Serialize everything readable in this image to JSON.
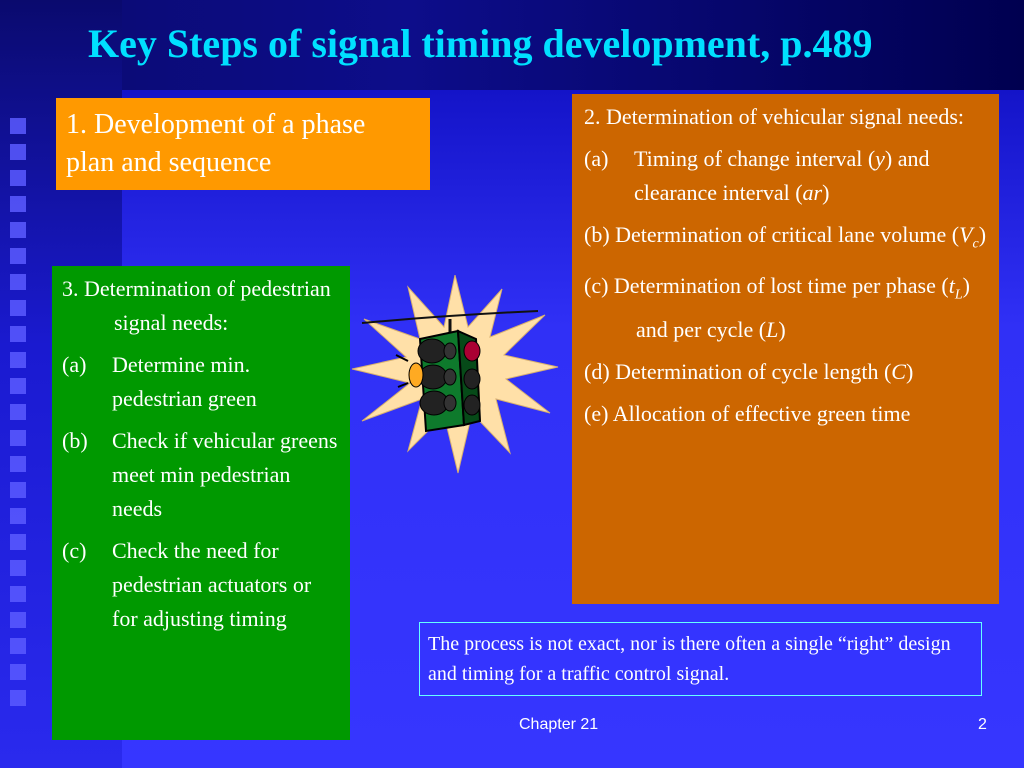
{
  "slide": {
    "title": "Key Steps of signal timing development, p.489",
    "box1": {
      "text": "1. Development of a phase plan and sequence"
    },
    "box2": {
      "heading": "2. Determination of vehicular signal needs:",
      "items": [
        {
          "label": "(a)",
          "pre": "Timing of change interval (",
          "sym": "y",
          "mid": ") and clearance interval (",
          "sym2": "ar",
          "post": ")"
        },
        {
          "pre": "(b) Determination of critical lane volume (",
          "sym": "V",
          "sub": "c",
          "post": ")"
        },
        {
          "pre": "(c) Determination of lost time per phase (",
          "sym": "t",
          "sub": "L",
          "mid": ") and per cycle (",
          "sym2": "L",
          "post": ")"
        },
        {
          "pre": "(d) Determination of cycle length (",
          "sym": "C",
          "post": ")"
        },
        {
          "text": "(e) Allocation of effective green time"
        }
      ]
    },
    "box3": {
      "heading": "3. Determination of pedestrian signal needs:",
      "items": [
        {
          "label": "(a)",
          "text": "Determine min. pedestrian green"
        },
        {
          "label": "(b)",
          "text": "Check if vehicular greens meet min pedestrian needs"
        },
        {
          "label": "(c)",
          "text": "Check the need for pedestrian actuators or for adjusting timing"
        }
      ]
    },
    "note": "The process is not exact, nor is there often a single “right” design and timing for a traffic control signal.",
    "footer": {
      "center": "Chapter 21",
      "page": "2"
    },
    "clipart": "traffic-signal-burst-icon",
    "colors": {
      "title": "#00e0ff",
      "orange": "#ff9900",
      "brown": "#cc6600",
      "green": "#009900",
      "bg": "#3333ff"
    }
  }
}
